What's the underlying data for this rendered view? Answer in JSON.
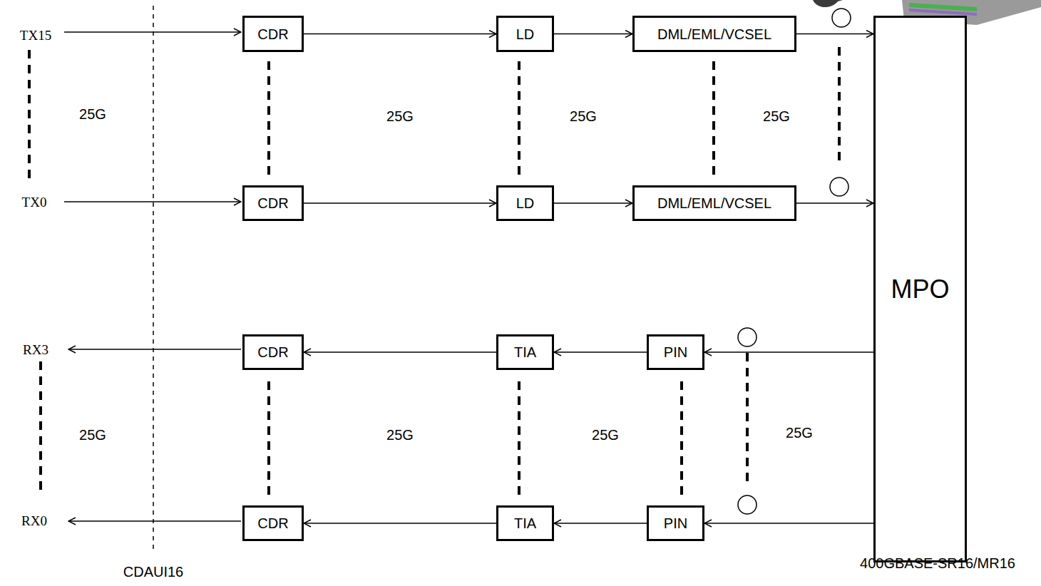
{
  "diagram": {
    "nodes": [
      {
        "text": [
          "CDR"
        ]
      },
      {
        "text": [
          "LD"
        ]
      },
      {
        "text": [
          "DML/EML/VCSEL"
        ]
      },
      {
        "text": [
          "MPO"
        ]
      },
      {
        "text": [
          "CDR"
        ]
      },
      {
        "text": [
          "LD"
        ]
      },
      {
        "text": [
          "DML/EML/VCSEL"
        ]
      },
      {
        "text": [
          "CDR"
        ]
      },
      {
        "text": [
          "TIA"
        ]
      },
      {
        "text": [
          "PIN"
        ]
      },
      {
        "text": [
          "CDR"
        ]
      },
      {
        "text": [
          "TIA"
        ]
      },
      {
        "text": [
          "PIN"
        ]
      }
    ],
    "edges": [
      {
        "from": 0,
        "to": 1,
        "arrow": "to"
      },
      {
        "from": 1,
        "to": 2,
        "arrow": "to"
      },
      {
        "from": 2,
        "to": 3,
        "arrow": "to"
      },
      {
        "from": 4,
        "to": 5,
        "arrow": "to"
      },
      {
        "from": 5,
        "to": 6,
        "arrow": "to"
      },
      {
        "from": 6,
        "to": 3,
        "arrow": "to"
      },
      {
        "from": 3,
        "to": 9,
        "arrow": "to"
      },
      {
        "from": 9,
        "to": 8,
        "arrow": "to"
      },
      {
        "from": 8,
        "to": 7,
        "arrow": "to"
      },
      {
        "from": 3,
        "to": 12,
        "arrow": "to"
      },
      {
        "from": 12,
        "to": 11,
        "arrow": "to"
      },
      {
        "from": 11,
        "to": 10,
        "arrow": "to"
      }
    ],
    "labels": [
      "TX15",
      "TX0",
      "RX3",
      "RX0",
      "25G",
      "25G",
      "25G",
      "25G",
      "25G",
      "25G",
      "25G",
      "25G",
      "CDAUI16",
      "400GBASE-SR16/MR16"
    ]
  }
}
